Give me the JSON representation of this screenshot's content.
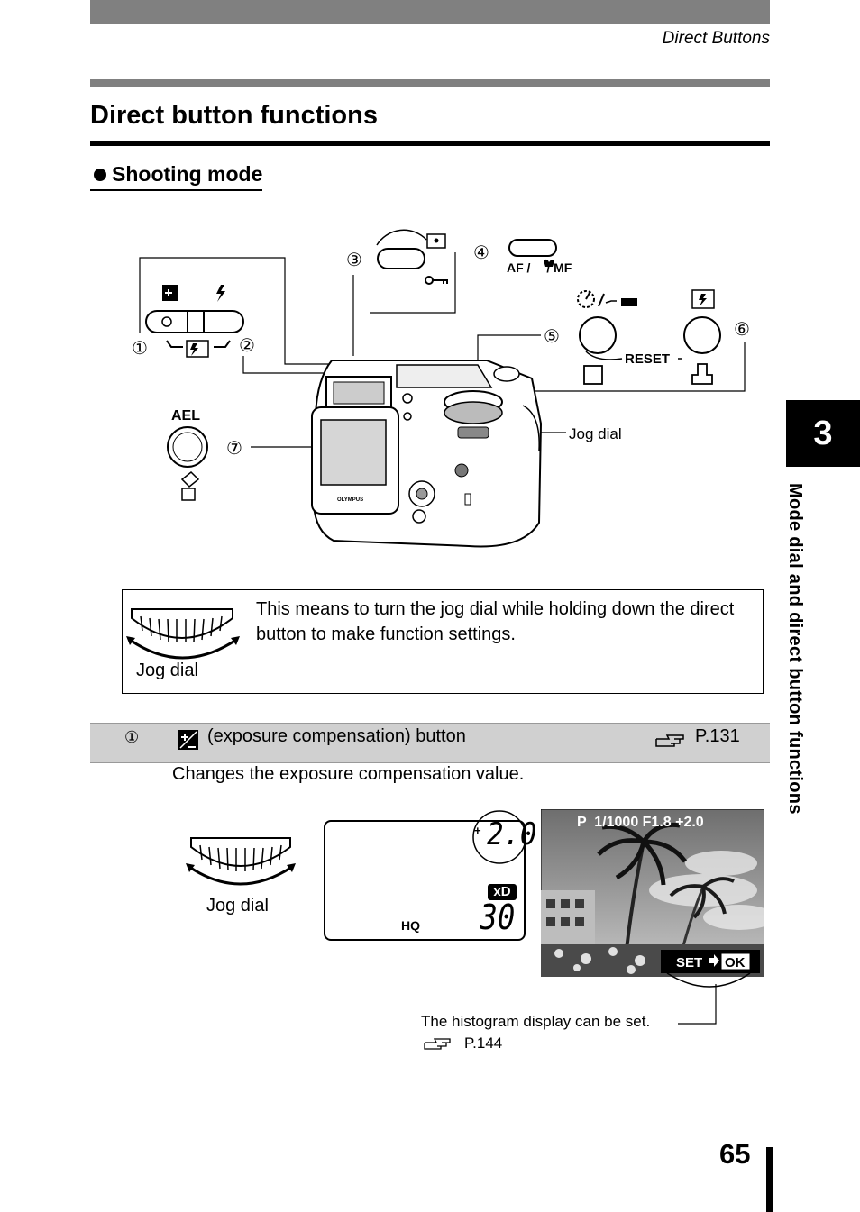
{
  "header": {
    "section": "Direct Buttons"
  },
  "title": "Direct button functions",
  "subtitle": "Shooting mode",
  "chapter": {
    "number": "3",
    "side_label": "Mode dial and direct button functions"
  },
  "diagram": {
    "callouts": [
      "①",
      "②",
      "③",
      "④",
      "⑤",
      "⑥",
      "⑦"
    ],
    "af_label": "AF / ",
    "mf_label": " / MF",
    "reset_label": "RESET",
    "ael_label": "AEL",
    "jog_dial_label": "Jog dial",
    "brand": "OLYMPUS"
  },
  "note": {
    "text": "This means to turn the jog dial while holding down the direct button to make function settings.",
    "jog_label": "Jog dial"
  },
  "item": {
    "number": "①",
    "label": "(exposure compensation) button",
    "ref": "P.131",
    "description": "Changes the exposure compensation value.",
    "jog_label": "Jog dial"
  },
  "lcd": {
    "value": "2.0",
    "sign": "+",
    "media": "xD",
    "quality": "HQ",
    "count": "30"
  },
  "preview": {
    "info": "P  1/1000 F1.8 +2.0",
    "set_label": "SET",
    "ok_label": "OK"
  },
  "histogram_note": {
    "text": "The histogram display can be set.",
    "ref": "P.144"
  },
  "page_number": "65"
}
